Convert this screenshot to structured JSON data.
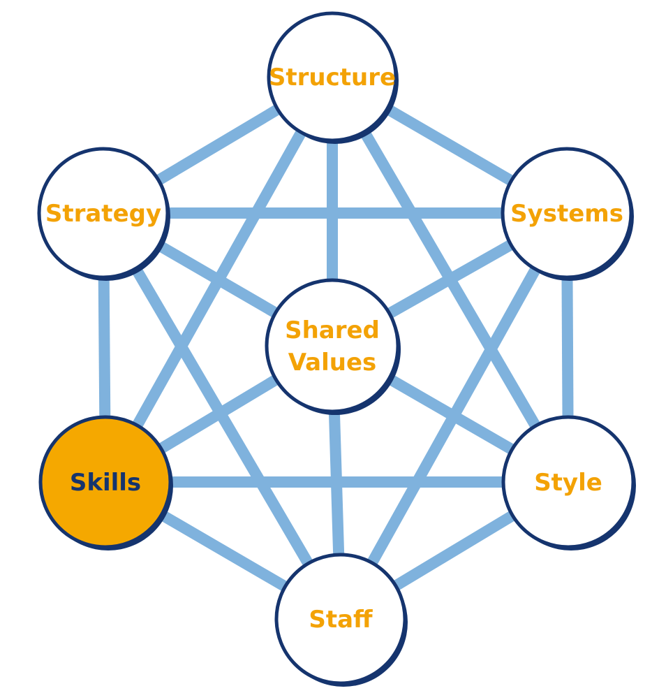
{
  "diagram": {
    "colors": {
      "connector": "#7fb2dd",
      "node_outline": "#15346e",
      "node_fill": "#ffffff",
      "label": "#f3a205",
      "highlight_fill": "#f5a800",
      "highlight_label": "#15346e"
    },
    "nodes": [
      {
        "id": "structure",
        "lines": [
          "Structure"
        ]
      },
      {
        "id": "strategy",
        "lines": [
          "Strategy"
        ]
      },
      {
        "id": "systems",
        "lines": [
          "Systems"
        ]
      },
      {
        "id": "shared-values",
        "lines": [
          "Shared",
          "Values"
        ]
      },
      {
        "id": "skills",
        "lines": [
          "Skills"
        ],
        "highlighted": true
      },
      {
        "id": "style",
        "lines": [
          "Style"
        ]
      },
      {
        "id": "staff",
        "lines": [
          "Staff"
        ]
      }
    ],
    "connections": [
      [
        "structure",
        "strategy"
      ],
      [
        "structure",
        "systems"
      ],
      [
        "structure",
        "shared-values"
      ],
      [
        "structure",
        "skills"
      ],
      [
        "structure",
        "style"
      ],
      [
        "strategy",
        "systems"
      ],
      [
        "strategy",
        "shared-values"
      ],
      [
        "strategy",
        "skills"
      ],
      [
        "strategy",
        "staff"
      ],
      [
        "systems",
        "shared-values"
      ],
      [
        "systems",
        "style"
      ],
      [
        "systems",
        "staff"
      ],
      [
        "shared-values",
        "skills"
      ],
      [
        "shared-values",
        "style"
      ],
      [
        "shared-values",
        "staff"
      ],
      [
        "skills",
        "style"
      ],
      [
        "skills",
        "staff"
      ],
      [
        "style",
        "staff"
      ]
    ]
  }
}
